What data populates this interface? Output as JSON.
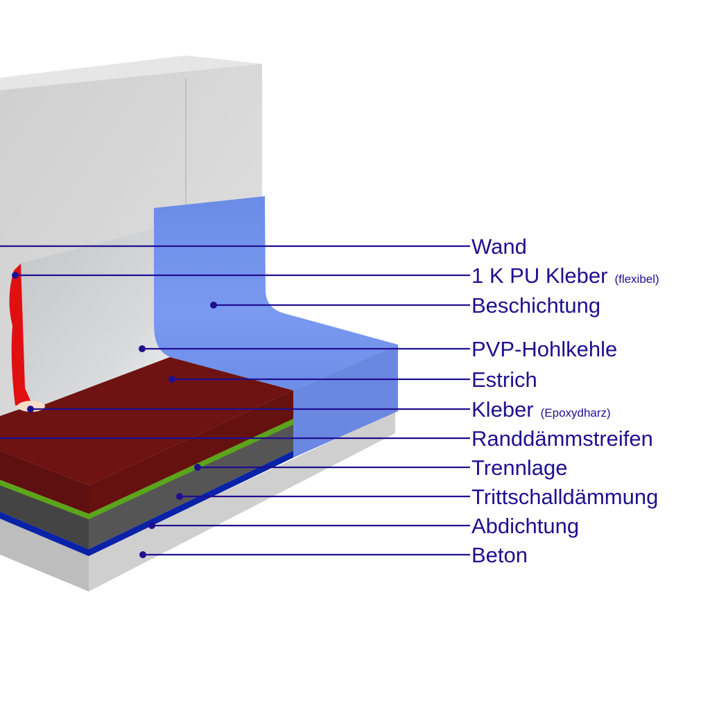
{
  "title": "Aufbau Bodenbeschichtung mit PVP-Hohlkehle",
  "colors": {
    "label": "#1f0f8f",
    "wall": "#d6d6d6",
    "coating": "#6f91ea",
    "screed": "#6e1312",
    "separation_layer": "#5aa51a",
    "impact_insulation": "#4a4a4a",
    "waterproofing": "#0a22a8",
    "concrete": "#c9c9c9",
    "pu_adhesive": "#e01010",
    "cove": "#d9dbdc"
  },
  "labels": [
    {
      "id": "wand",
      "text": "Wand",
      "note": ""
    },
    {
      "id": "pu-kleber",
      "text": "1 K PU Kleber",
      "note": "(flexibel)"
    },
    {
      "id": "beschichtung",
      "text": "Beschichtung",
      "note": ""
    },
    {
      "id": "hohlkehle",
      "text": "PVP-Hohlkehle",
      "note": ""
    },
    {
      "id": "estrich",
      "text": "Estrich",
      "note": ""
    },
    {
      "id": "kleber",
      "text": "Kleber",
      "note": "(Epoxydharz)"
    },
    {
      "id": "randdaemmstreifen",
      "text": "Randdämmstreifen",
      "note": ""
    },
    {
      "id": "trennlage",
      "text": "Trennlage",
      "note": ""
    },
    {
      "id": "trittschall",
      "text": "Trittschalldämmung",
      "note": ""
    },
    {
      "id": "abdichtung",
      "text": "Abdichtung",
      "note": ""
    },
    {
      "id": "beton",
      "text": "Beton",
      "note": ""
    }
  ]
}
